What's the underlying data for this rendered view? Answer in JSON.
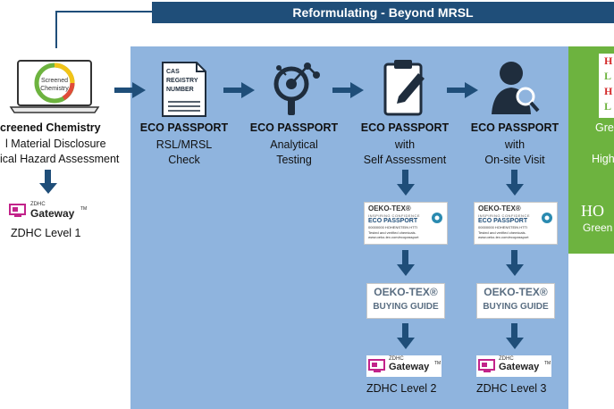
{
  "banner": {
    "title": "Reformulating  -  Beyond MRSL"
  },
  "left": {
    "screen_label_1": "Screened",
    "screen_label_2": "Chemistry",
    "title": "creened Chemistry",
    "line1": "l Material Disclosure",
    "line2": "ical Hazard Assessment",
    "gateway_brand": "ZDHC",
    "gateway_name": "Gateway",
    "gateway_tm": "TM",
    "level": "ZDHC Level 1"
  },
  "stages": [
    {
      "title": "ECO PASSPORT",
      "sub1": "RSL/MRSL",
      "sub2": "Check"
    },
    {
      "title": "ECO PASSPORT",
      "sub1": "Analytical",
      "sub2": "Testing"
    },
    {
      "title": "ECO PASSPORT",
      "sub1": "with",
      "sub2": "Self Assessment"
    },
    {
      "title": "ECO PASSPORT",
      "sub1": "with",
      "sub2": "On-site Visit"
    }
  ],
  "cas_doc": {
    "l1": "CAS",
    "l2": "REGISTRY",
    "l3": "NUMBER"
  },
  "cert_label": {
    "brand": "OEKO-TEX",
    "reg": "®",
    "tagline": "INSPIRING CONFIDENCE",
    "name": "ECO PASSPORT",
    "id": "00000000 HOHENSTEIN HTTI",
    "note1": "Tested and verified chemicals.",
    "note2": "www.oeko-tex.com/ecopassport"
  },
  "buying_guide": {
    "brand": "OEKO-TEX",
    "reg": "®",
    "name": "BUYING GUIDE"
  },
  "gateway": {
    "brand": "ZDHC",
    "name": "Gateway",
    "tm": "TM"
  },
  "levels": {
    "level2": "ZDHC Level 2",
    "level3": "ZDHC Level 3"
  },
  "green_panel": {
    "hl1": "H",
    "hl2": "L",
    "hl3": "H",
    "hl4": "L",
    "t1": "Gre",
    "t2": "High",
    "big": "HO",
    "t3": "Green"
  },
  "colors": {
    "banner": "#1f4e79",
    "blue_panel": "#8fb4de",
    "green_panel": "#6db33f",
    "arrow": "#1f4e79"
  }
}
